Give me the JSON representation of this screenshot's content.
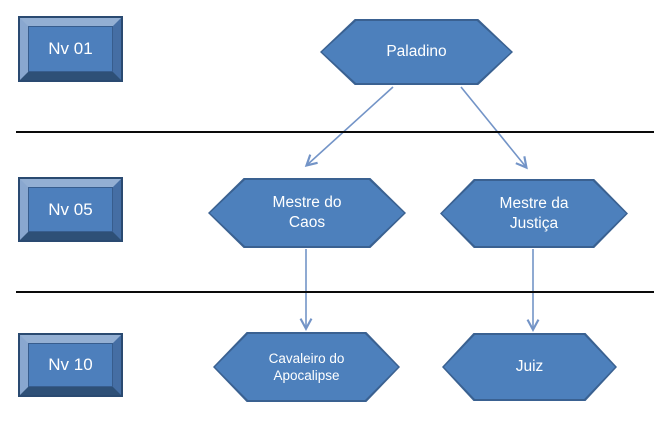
{
  "diagram": {
    "levels": [
      {
        "label": "Nv 01"
      },
      {
        "label": "Nv 05"
      },
      {
        "label": "Nv 10"
      }
    ],
    "nodes": [
      {
        "id": "paladino",
        "line1": "Paladino",
        "level": "Nv 01"
      },
      {
        "id": "mestre-do-caos",
        "line1": "Mestre do",
        "line2": "Caos",
        "level": "Nv 05"
      },
      {
        "id": "mestre-da-justica",
        "line1": "Mestre da",
        "line2": "Justiça",
        "level": "Nv 05"
      },
      {
        "id": "cavaleiro-do-apocalipse",
        "line1": "Cavaleiro do",
        "line2": "Apocalipse",
        "level": "Nv 10"
      },
      {
        "id": "juiz",
        "line1": "Juiz",
        "level": "Nv 10"
      }
    ],
    "edges": [
      {
        "from": "paladino",
        "to": "mestre-do-caos"
      },
      {
        "from": "paladino",
        "to": "mestre-da-justica"
      },
      {
        "from": "mestre-do-caos",
        "to": "cavaleiro-do-apocalipse"
      },
      {
        "from": "mestre-da-justica",
        "to": "juiz"
      }
    ],
    "colors": {
      "node_fill": "#4d80bc",
      "node_border": "#3a6191",
      "badge_face": "#4d7fbc",
      "badge_bevel_light": "#93afd3",
      "badge_bevel_dark": "#2e5077",
      "arrow": "#7394c7",
      "divider": "#0a0a0a",
      "text": "#ffffff"
    }
  }
}
